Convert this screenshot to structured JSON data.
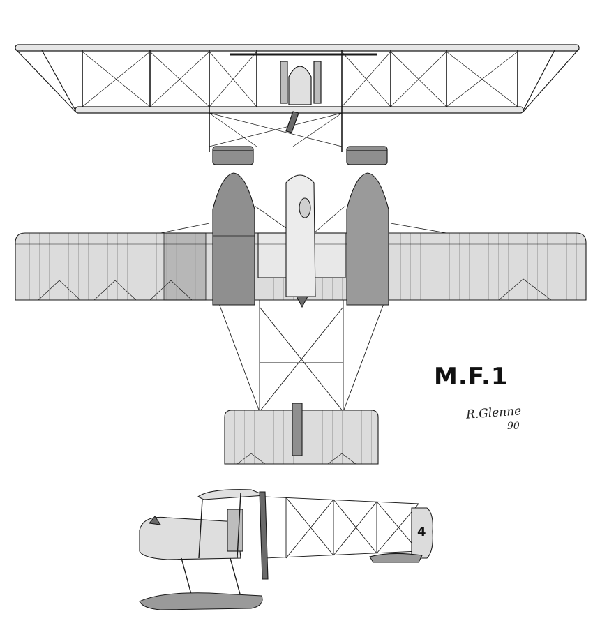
{
  "drawing": {
    "title": "M.F.1",
    "signature_name": "R.Glenne",
    "signature_year": "90",
    "tail_marking": "4"
  },
  "colors": {
    "ink": "#1a1a1a",
    "fabric": "#d9d9d9",
    "fabric_dark": "#8f8f8f",
    "float": "#9a9a9a",
    "background": "#ffffff"
  }
}
